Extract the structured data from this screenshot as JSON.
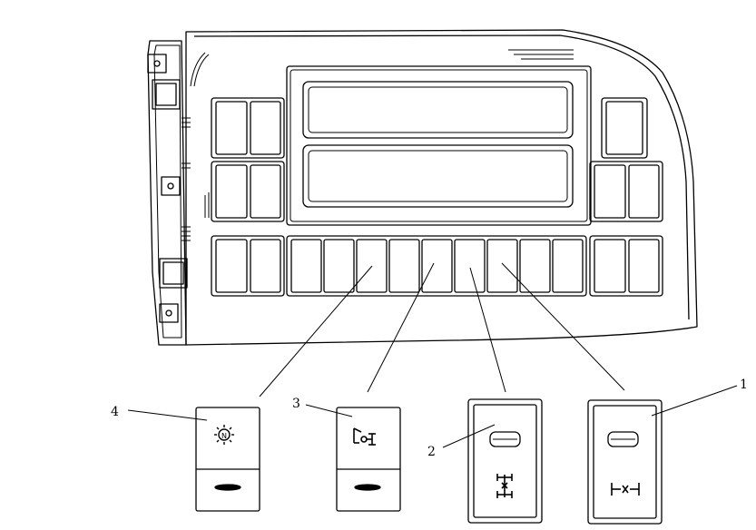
{
  "callouts": [
    {
      "label": "1",
      "target": "switch-1"
    },
    {
      "label": "2",
      "target": "switch-2"
    },
    {
      "label": "3",
      "target": "switch-3"
    },
    {
      "label": "4",
      "target": "switch-4"
    }
  ],
  "icons": {
    "switch_1": "axle-differential-lock-icon",
    "switch_2": "inter-axle-differential-icon",
    "switch_3": "power-take-off-icon",
    "switch_4": "gear-neutral-icon"
  },
  "colors": {
    "line": "#000000",
    "background": "#ffffff"
  }
}
